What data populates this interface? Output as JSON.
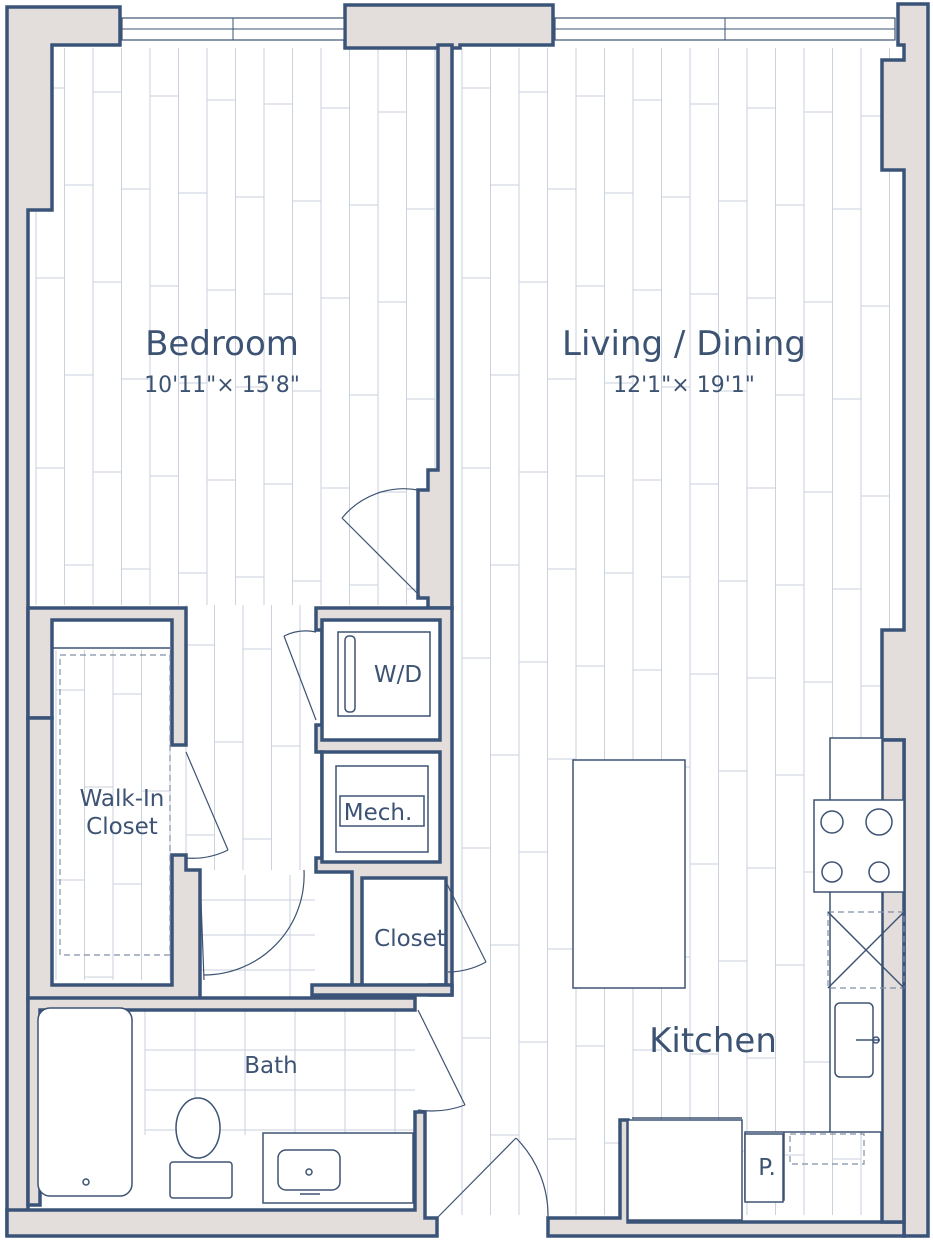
{
  "plan": {
    "rooms": {
      "bedroom": {
        "name": "Bedroom",
        "dimensions": "10'11\"× 15'8\""
      },
      "living": {
        "name": "Living / Dining",
        "dimensions": "12'1\"× 19'1\""
      },
      "walkin": {
        "line1": "Walk-In",
        "line2": "Closet"
      },
      "wd": {
        "name": "W/D"
      },
      "mech": {
        "name": "Mech."
      },
      "closet": {
        "name": "Closet"
      },
      "bath": {
        "name": "Bath"
      },
      "kitchen": {
        "name": "Kitchen"
      },
      "pantry": {
        "name": "P."
      }
    },
    "colors": {
      "wall_fill": "#e3dedb",
      "wall_outline": "#3a5378",
      "label": "#3d5373",
      "floor_plank_lines": "#c9d2dd"
    }
  }
}
